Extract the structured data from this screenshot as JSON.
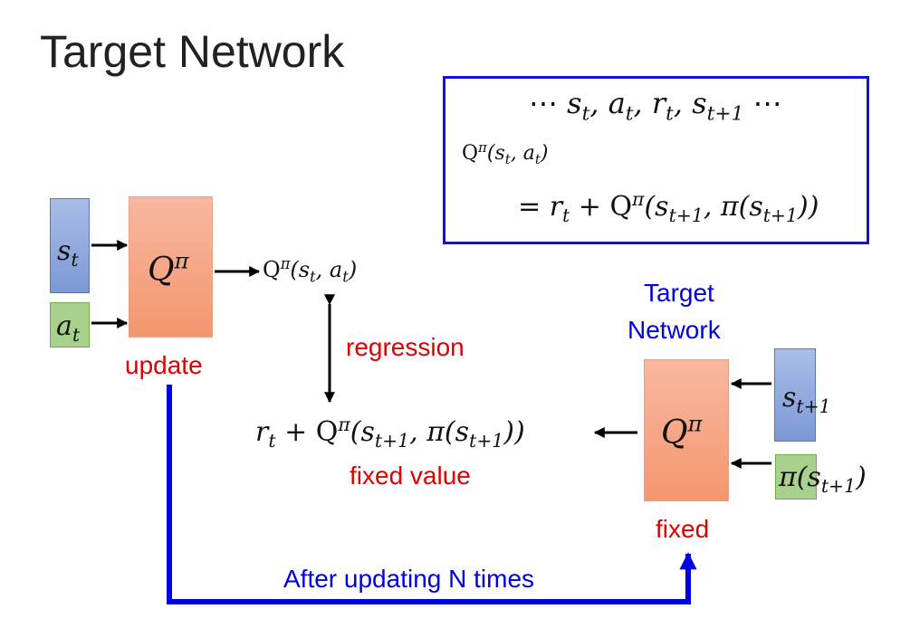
{
  "slide": {
    "title": "Target Network"
  },
  "formula_box": {
    "line1": "⋯ s",
    "line1_rest": ", a",
    "line2": "Q",
    "line3": "= r"
  },
  "online": {
    "q_label": "Q",
    "q_sup": "π",
    "state_label": "s",
    "state_sub": "t",
    "action_label": "a",
    "action_sub": "t",
    "output_label": "Q",
    "status": "update"
  },
  "regression": {
    "label": "regression"
  },
  "target_value": {
    "label": "fixed value"
  },
  "target_net": {
    "title_line1": "Target",
    "title_line2": "Network",
    "q_label": "Q",
    "q_sup": "π",
    "state_label": "s",
    "state_sub": "t+1",
    "policy_label": "π(s",
    "status": "fixed"
  },
  "sync": {
    "label": "After updating N times"
  }
}
